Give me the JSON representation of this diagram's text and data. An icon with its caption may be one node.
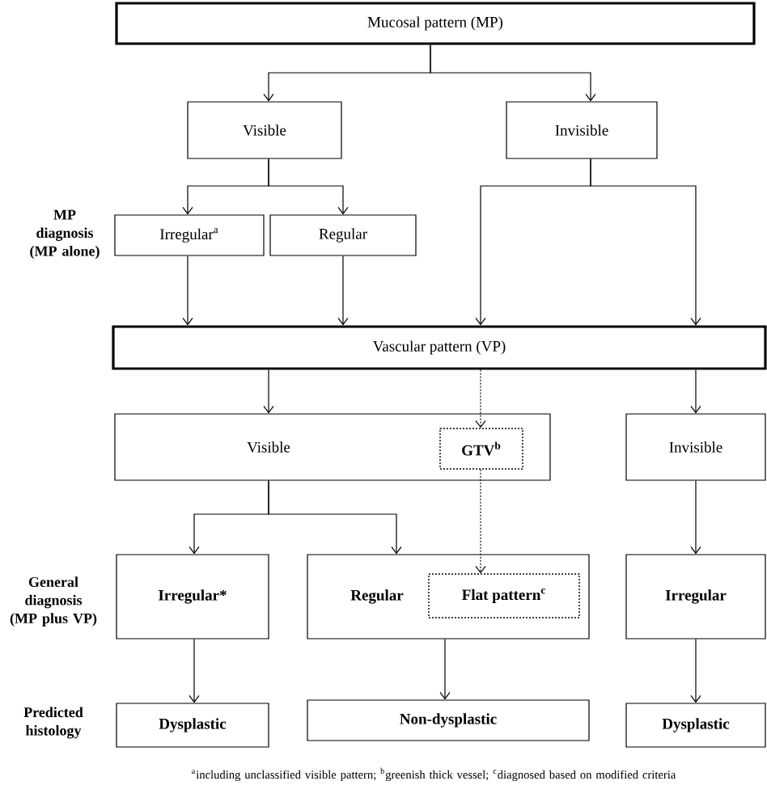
{
  "diagram": {
    "nodes": [
      {
        "text": [
          "Mucosal pattern (MP)"
        ]
      },
      {
        "text": [
          "Visible"
        ]
      },
      {
        "text": [
          "Invisible"
        ]
      },
      {
        "text": [
          "Irregular$^{a}$"
        ]
      },
      {
        "text": [
          "Regular"
        ]
      },
      {
        "text": [
          "Vascular pattern (VP)"
        ]
      },
      {
        "text": [
          "Visible"
        ]
      },
      {
        "text": [
          "GTV$^{b}$"
        ],
        "in": 6
      },
      {
        "text": [
          "Invisible"
        ]
      },
      {
        "text": [
          "Irregular*"
        ]
      },
      {
        "text": [
          "Regular"
        ]
      },
      {
        "text": [
          "Flat pattern$^{c}$"
        ],
        "in": 10
      },
      {
        "text": [
          "Irregular"
        ]
      },
      {
        "text": [
          "Dysplastic"
        ]
      },
      {
        "text": [
          "Non-dysplastic"
        ]
      },
      {
        "text": [
          "Dysplastic"
        ]
      }
    ],
    "edges": [
      {
        "from": 0,
        "to": 1,
        "arrow": "to"
      },
      {
        "from": 0,
        "to": 2,
        "arrow": "to"
      },
      {
        "from": 1,
        "to": 3,
        "arrow": "to"
      },
      {
        "from": 1,
        "to": 4,
        "arrow": "to"
      },
      {
        "from": 3,
        "to": 5,
        "arrow": "to"
      },
      {
        "from": 4,
        "to": 5,
        "arrow": "to"
      },
      {
        "from": 2,
        "to": 5,
        "arrow": "to"
      },
      {
        "from": 2,
        "to": 5,
        "arrow": "to"
      },
      {
        "from": 5,
        "to": 6,
        "arrow": "to"
      },
      {
        "from": 5,
        "to": 7,
        "arrow": "to",
        "style": "dashed"
      },
      {
        "from": 5,
        "to": 8,
        "arrow": "to"
      },
      {
        "from": 6,
        "to": 9,
        "arrow": "to"
      },
      {
        "from": 6,
        "to": 10,
        "arrow": "to"
      },
      {
        "from": 7,
        "to": 11,
        "arrow": "to",
        "style": "dashed"
      },
      {
        "from": 8,
        "to": 12,
        "arrow": "to"
      },
      {
        "from": 9,
        "to": 13,
        "arrow": "to"
      },
      {
        "from": 10,
        "to": 14,
        "arrow": "to"
      },
      {
        "from": 12,
        "to": 15,
        "arrow": "to"
      }
    ],
    "labels": [
      "MP diagnosis (MP alone)",
      "General diagnosis (MP plus VP)",
      "Predicted histology",
      "$^{a}$including unclassified visible pattern; $^{b}$greenish thick vessel; $^{c}$diagnosed based on modified criteria"
    ]
  }
}
